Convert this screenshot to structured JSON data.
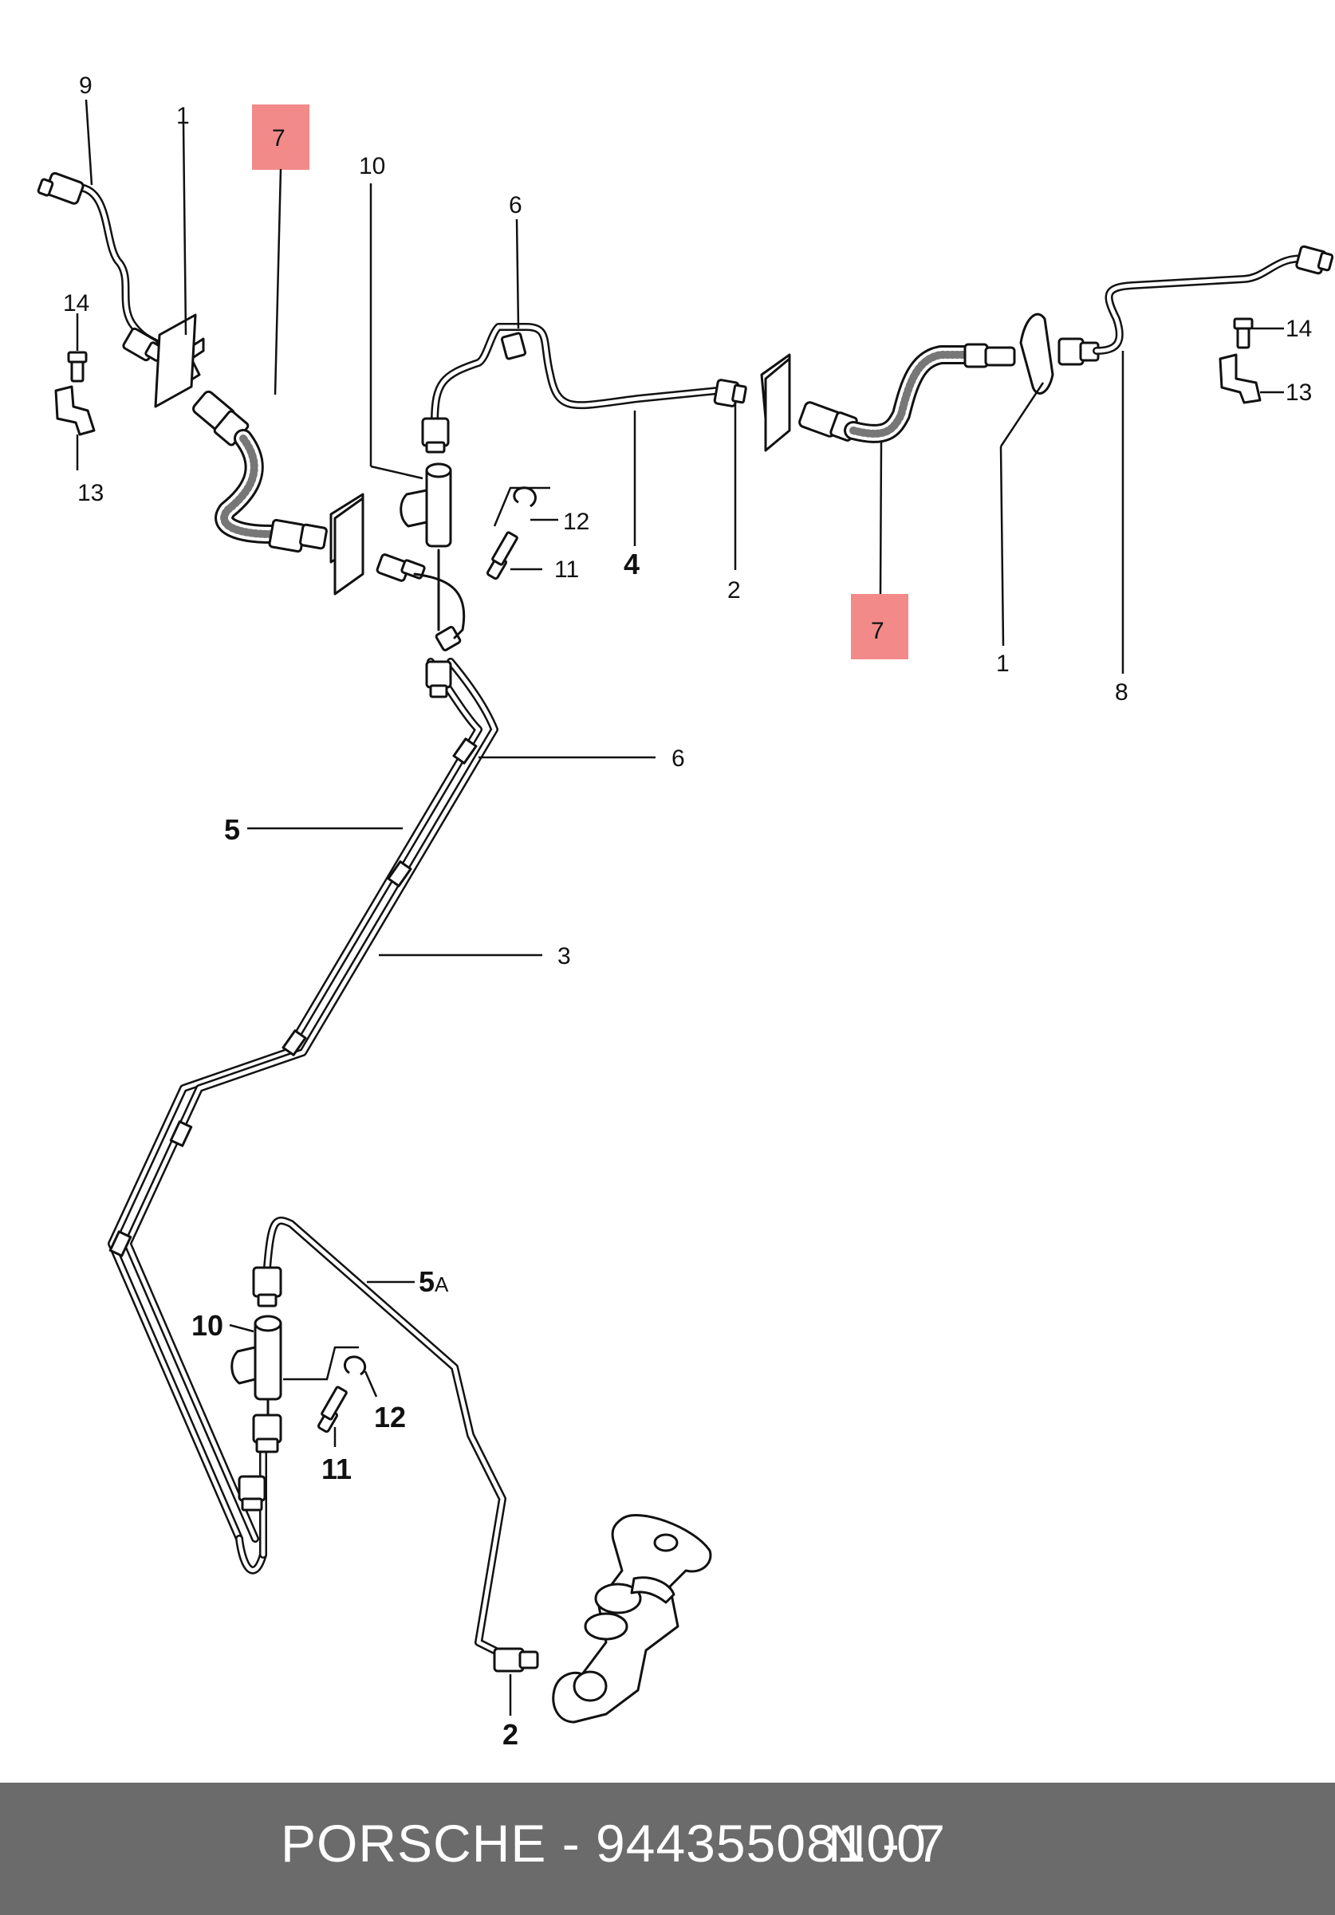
{
  "diagram": {
    "callouts": {
      "c9": "9",
      "c1_left": "1",
      "c7_top": "7",
      "c10_top": "10",
      "c6_top": "6",
      "c14_left": "14",
      "c13_left": "13",
      "c12_top": "12",
      "c11_top": "11",
      "c4": "4",
      "c2_mid": "2",
      "c7_right": "7",
      "c1_right": "1",
      "c8": "8",
      "c14_right": "14",
      "c13_right": "13",
      "c6_mid": "6",
      "c5": "5",
      "c3": "3",
      "c5a": "5",
      "c5a_suffix": "A",
      "c10_bottom": "10",
      "c12_bottom": "12",
      "c11_bottom": "11",
      "c2_bottom": "2"
    },
    "highlight_color": "#f28a8a"
  },
  "footer": {
    "brand_part": "PORSCHE - 94435508100",
    "position": "N - 7",
    "background": "#6b6b6b"
  }
}
